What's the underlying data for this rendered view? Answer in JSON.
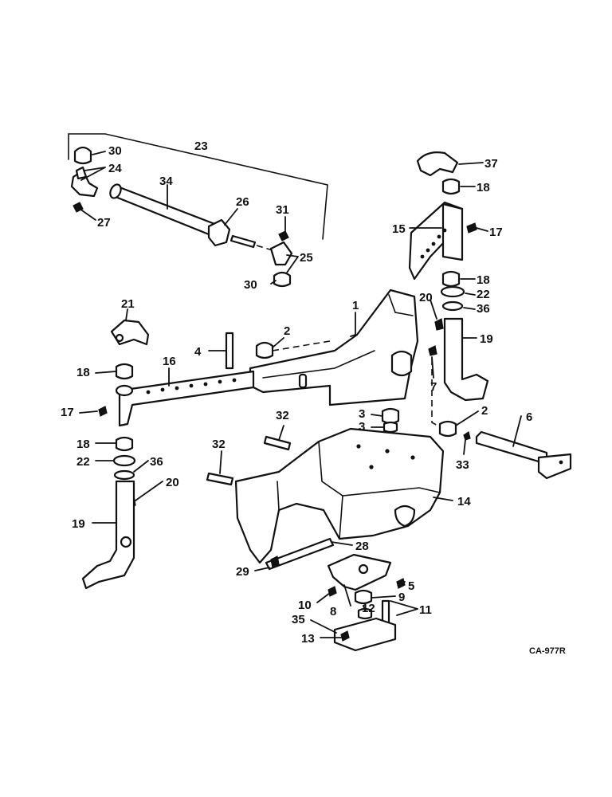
{
  "figure_code": "CA-977R",
  "callouts": {
    "c1": "1",
    "c2a": "2",
    "c2b": "2",
    "c3a": "3",
    "c3b": "3",
    "c4": "4",
    "c5": "5",
    "c6": "6",
    "c7": "7",
    "c8": "8",
    "c9": "9",
    "c10": "10",
    "c11": "11",
    "c12": "12",
    "c13": "13",
    "c14": "14",
    "c15": "15",
    "c16": "16",
    "c17a": "17",
    "c17b": "17",
    "c18a": "18",
    "c18b": "18",
    "c18c": "18",
    "c18d": "18",
    "c19a": "19",
    "c19b": "19",
    "c20a": "20",
    "c20b": "20",
    "c21": "21",
    "c22a": "22",
    "c22b": "22",
    "c23": "23",
    "c24": "24",
    "c25": "25",
    "c26": "26",
    "c27": "27",
    "c28": "28",
    "c29": "29",
    "c30a": "30",
    "c30b": "30",
    "c31": "31",
    "c32a": "32",
    "c32b": "32",
    "c33": "33",
    "c34": "34",
    "c35": "35",
    "c36a": "36",
    "c36b": "36",
    "c37": "37"
  }
}
